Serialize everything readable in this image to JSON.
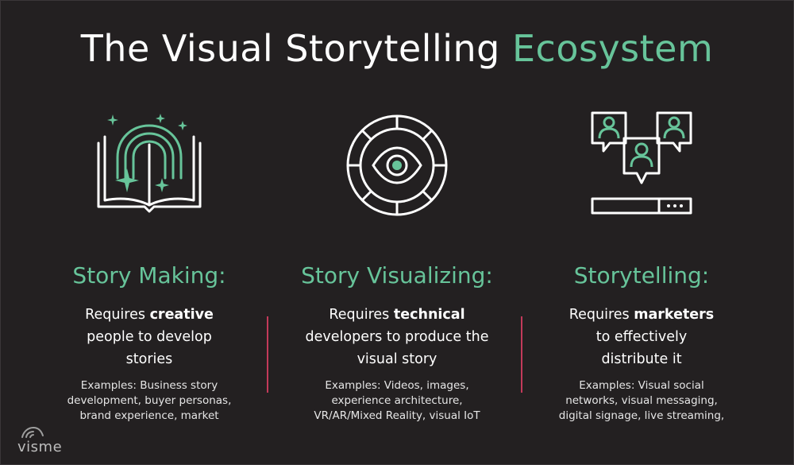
{
  "title": {
    "main": "The Visual Storytelling ",
    "accent": "Ecosystem"
  },
  "columns": [
    {
      "icon": "open-book-icon",
      "heading": "Story Making:",
      "req": [
        {
          "pre": "Requires ",
          "bold": "creative",
          "post": ""
        },
        {
          "pre": "people to develop",
          "bold": "",
          "post": ""
        },
        {
          "pre": "stories",
          "bold": "",
          "post": ""
        }
      ],
      "examples": [
        "Examples: Business story",
        "development, buyer personas,",
        "brand experience, market"
      ]
    },
    {
      "icon": "eye-target-icon",
      "heading": "Story Visualizing:",
      "req": [
        {
          "pre": "Requires ",
          "bold": "technical",
          "post": ""
        },
        {
          "pre": "developers to produce the",
          "bold": "",
          "post": ""
        },
        {
          "pre": "visual story",
          "bold": "",
          "post": ""
        }
      ],
      "examples": [
        "Examples: Videos, images,",
        "experience architecture,",
        "VR/AR/Mixed Reality, visual IoT"
      ]
    },
    {
      "icon": "audience-broadcast-icon",
      "heading": "Storytelling:",
      "req": [
        {
          "pre": "Requires ",
          "bold": "marketers",
          "post": ""
        },
        {
          "pre": "to effectively",
          "bold": "",
          "post": ""
        },
        {
          "pre": "distribute it",
          "bold": "",
          "post": ""
        }
      ],
      "examples": [
        "Examples:  Visual social",
        "networks, visual messaging,",
        "digital signage, live streaming,"
      ]
    }
  ],
  "logo": {
    "text": "visme"
  },
  "colors": {
    "background": "#232021",
    "accent": "#67c49a",
    "divider": "#c33a5a",
    "text": "#ffffff"
  }
}
